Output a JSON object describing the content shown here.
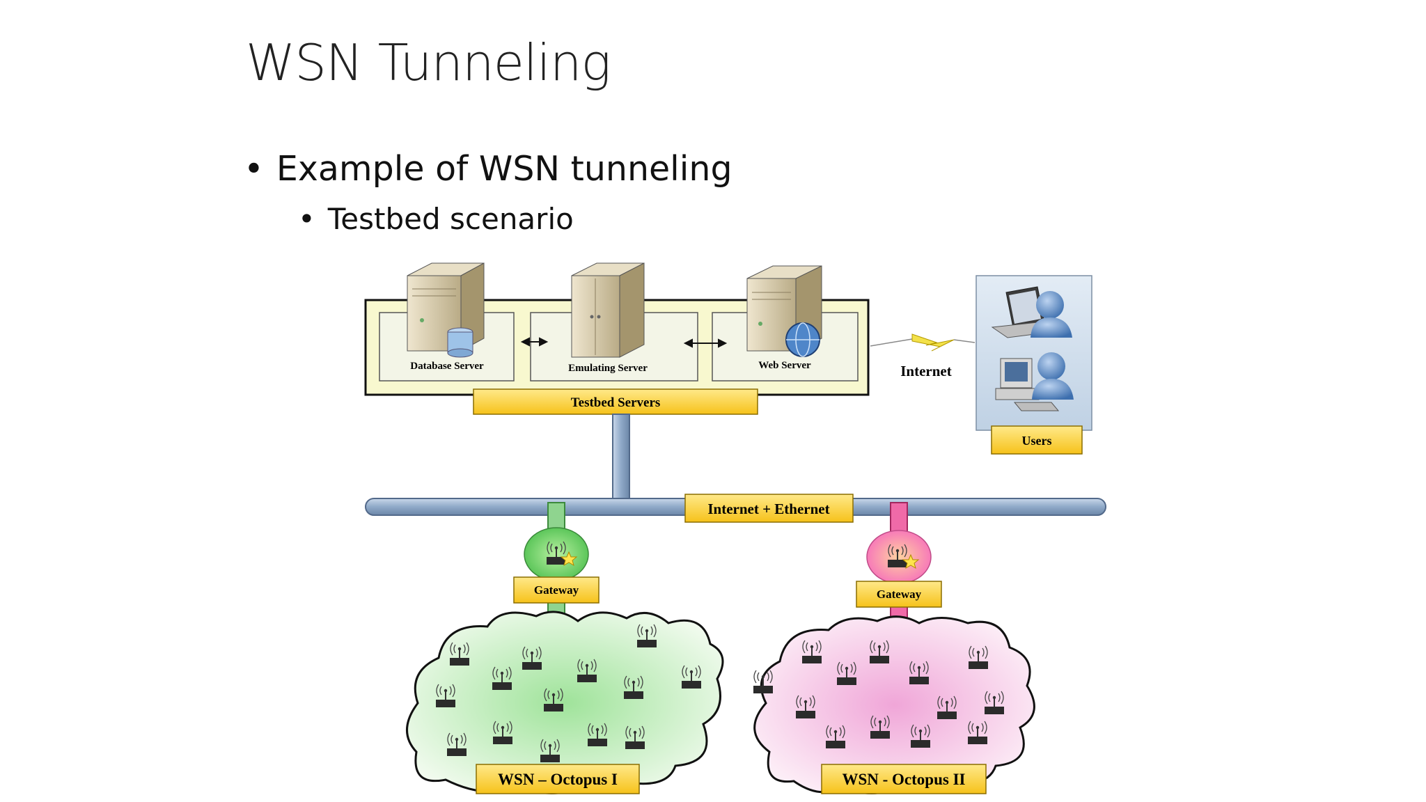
{
  "slide": {
    "title": "WSN Tunneling",
    "bullet1": "Example of WSN tunneling",
    "bullet2": "Testbed scenario",
    "bullet_glyph": "•"
  },
  "diagram": {
    "database_server": "Database Server",
    "emulating_server": "Emulating Server",
    "web_server": "Web Server",
    "testbed_servers": "Testbed Servers",
    "internet": "Internet",
    "users": "Users",
    "internet_ethernet": "Internet + Ethernet",
    "gateway_left": "Gateway",
    "gateway_right": "Gateway",
    "wsn_left": "WSN  –  Octopus I",
    "wsn_right": "WSN - Octopus II"
  },
  "colors": {
    "label_fill": "#ffd84a",
    "servers_panel": "#f7f7c8",
    "pipe": "#9bb3cf",
    "green_pipe": "#8fd48f",
    "pink_pipe": "#f06aa8",
    "cloud_green": "#e3f7e0",
    "cloud_pink": "#fbe3f3",
    "users_panel": "#d4e1ee"
  }
}
